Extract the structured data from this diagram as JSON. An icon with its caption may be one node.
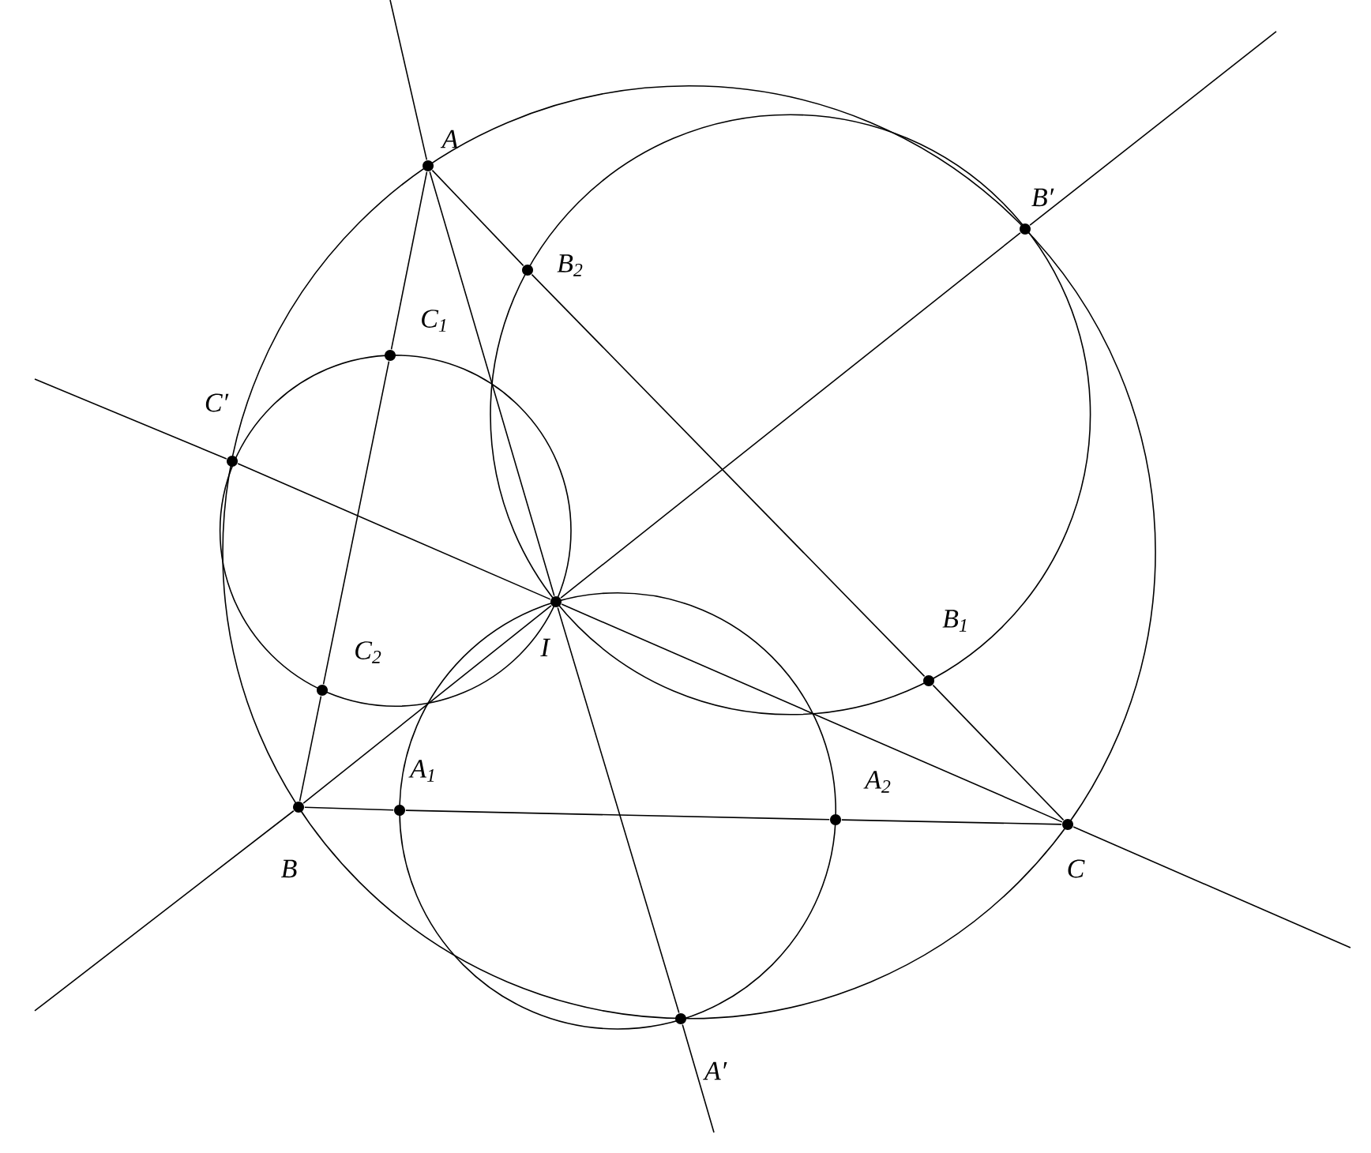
{
  "diagram": {
    "nodes": [
      {
        "text": [],
        "shape": "circle",
        "beside": [
          "A"
        ]
      },
      {
        "text": [],
        "shape": "circle",
        "beside": [
          "B′"
        ]
      },
      {
        "text": [],
        "shape": "circle",
        "beside": [
          "B$_{2}$"
        ]
      },
      {
        "text": [],
        "shape": "circle",
        "beside": [
          "C$_{1}$"
        ]
      },
      {
        "text": [],
        "shape": "circle",
        "beside": [
          "C′"
        ]
      },
      {
        "text": [],
        "shape": "circle",
        "beside": [
          "I"
        ]
      },
      {
        "text": [],
        "shape": "circle",
        "beside": [
          "B$_{1}$"
        ]
      },
      {
        "text": [],
        "shape": "circle",
        "beside": [
          "C$_{2}$"
        ]
      },
      {
        "text": [],
        "shape": "circle",
        "beside": [
          "B"
        ]
      },
      {
        "text": [],
        "shape": "circle",
        "beside": [
          "A$_{1}$"
        ]
      },
      {
        "text": [],
        "shape": "circle",
        "beside": [
          "A$_{2}$"
        ]
      },
      {
        "text": [],
        "shape": "circle",
        "beside": [
          "C"
        ]
      },
      {
        "text": [],
        "shape": "circle",
        "beside": [
          "A′"
        ]
      }
    ],
    "edges": [
      {
        "from": 0,
        "to": 3,
        "arrow": "none"
      },
      {
        "from": 3,
        "to": 7,
        "arrow": "none"
      },
      {
        "from": 7,
        "to": 8,
        "arrow": "none"
      },
      {
        "from": 8,
        "to": 9,
        "arrow": "none"
      },
      {
        "from": 9,
        "to": 10,
        "arrow": "none"
      },
      {
        "from": 10,
        "to": 11,
        "arrow": "none"
      },
      {
        "from": 11,
        "to": 6,
        "arrow": "none"
      },
      {
        "from": 6,
        "to": 2,
        "arrow": "none"
      },
      {
        "from": 2,
        "to": 0,
        "arrow": "none"
      },
      {
        "from": 0,
        "to": 5,
        "arrow": "none"
      },
      {
        "from": 5,
        "to": 12,
        "arrow": "none"
      },
      {
        "from": 8,
        "to": 5,
        "arrow": "none"
      },
      {
        "from": 5,
        "to": 1,
        "arrow": "none"
      },
      {
        "from": 11,
        "to": 5,
        "arrow": "none"
      },
      {
        "from": 5,
        "to": 4,
        "arrow": "none"
      },
      {
        "from": 0,
        "to": null,
        "arrow": "none"
      },
      {
        "from": 12,
        "to": null,
        "arrow": "none"
      },
      {
        "from": 8,
        "to": null,
        "arrow": "none"
      },
      {
        "from": 1,
        "to": null,
        "arrow": "none"
      },
      {
        "from": 11,
        "to": null,
        "arrow": "none"
      },
      {
        "from": 4,
        "to": null,
        "arrow": "none"
      }
    ]
  }
}
